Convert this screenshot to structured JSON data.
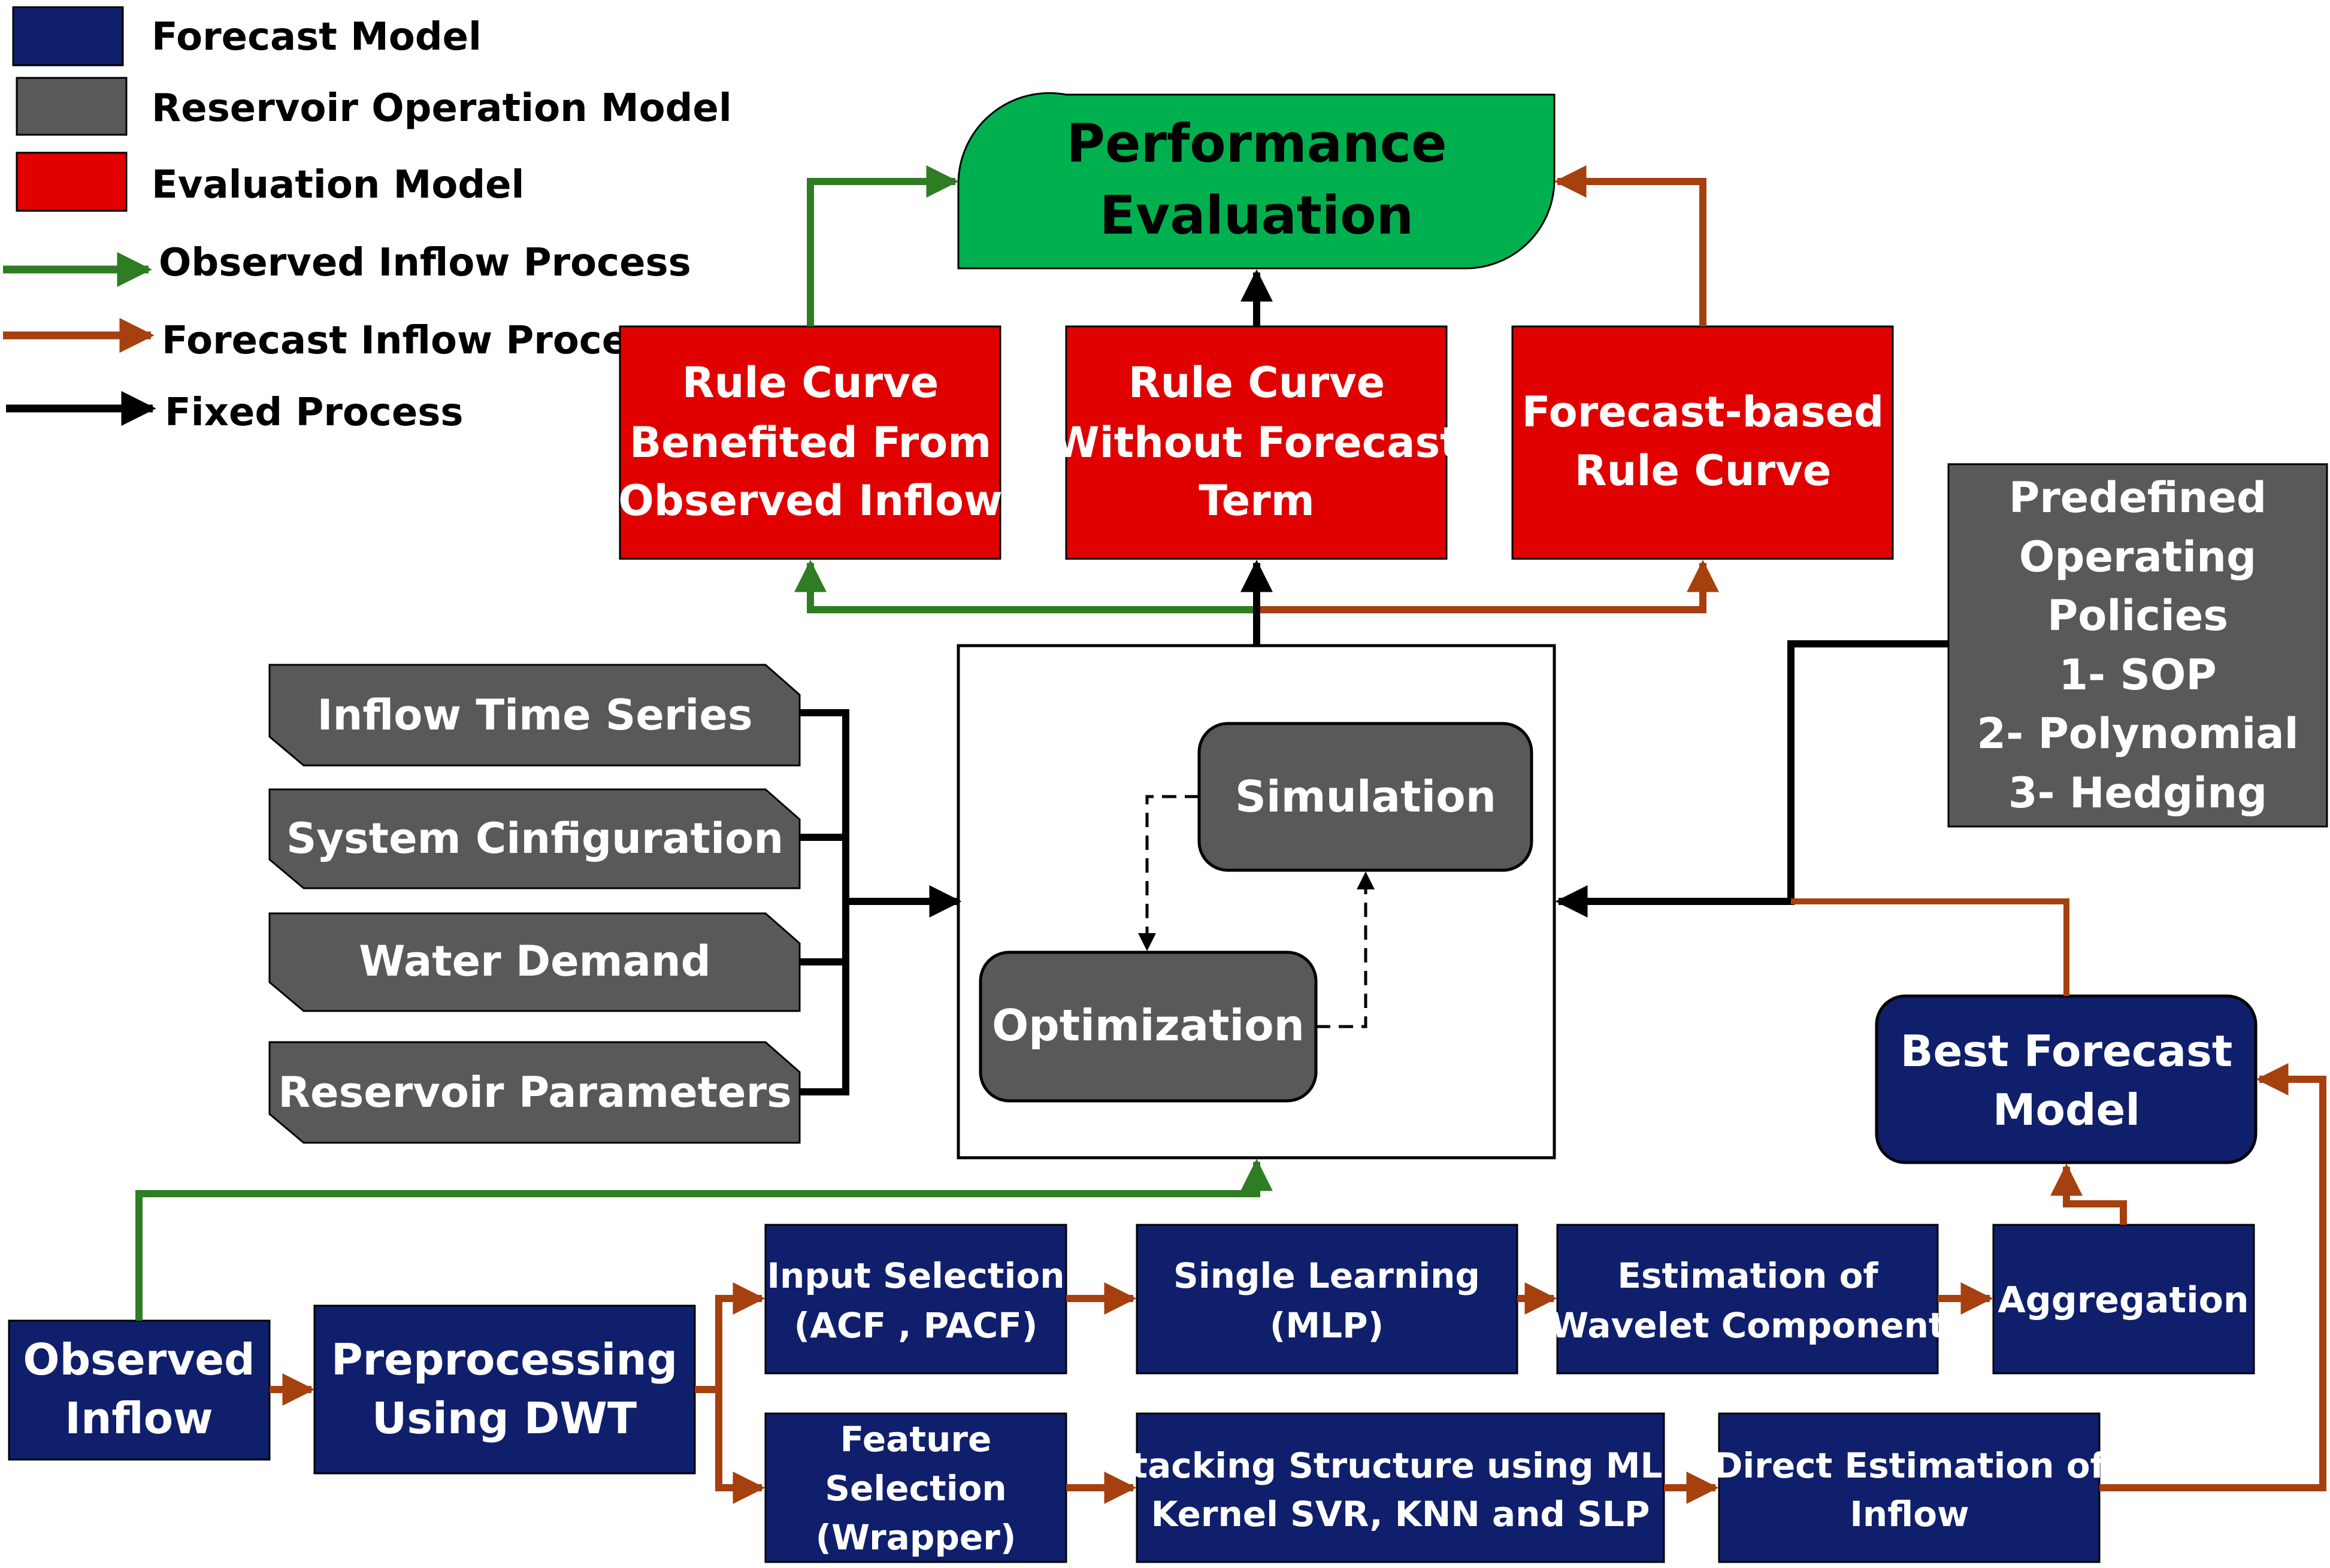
{
  "legend": {
    "forecast_model": {
      "label": "Forecast Model",
      "color": "#0f1f6b"
    },
    "reservoir_model": {
      "label": "Reservoir Operation Model",
      "color": "#595959"
    },
    "evaluation_model": {
      "label": "Evaluation Model",
      "color": "#e00000"
    },
    "observed_process": {
      "label": "Observed Inflow Process",
      "color": "#2e7d22"
    },
    "forecast_process": {
      "label": "Forecast Inflow Process",
      "color": "#a6400e"
    },
    "fixed_process": {
      "label": "Fixed Process",
      "color": "#000000"
    }
  },
  "performance_evaluation": {
    "lines": [
      "Performance",
      "Evaluation"
    ],
    "color": "#00b04f"
  },
  "rule_curves": {
    "observed": {
      "lines": [
        "Rule Curve",
        "Benefited From",
        "Observed Inflow"
      ]
    },
    "without_forecast": {
      "lines": [
        "Rule Curve",
        "Without Forecast",
        "Term"
      ]
    },
    "forecast_based": {
      "lines": [
        "Forecast-based",
        "Rule Curve"
      ]
    }
  },
  "inputs": {
    "inflow_time_series": "Inflow Time Series",
    "system_configuration": "System Cinfiguration",
    "water_demand": "Water Demand",
    "reservoir_parameters": "Reservoir Parameters"
  },
  "operation_model": {
    "simulation": "Simulation",
    "optimization": "Optimization"
  },
  "predefined_policies": {
    "lines": [
      "Predefined",
      "Operating",
      "Policies",
      "1- SOP",
      "2- Polynomial",
      "3- Hedging"
    ]
  },
  "best_forecast_model": {
    "lines": [
      "Best Forecast",
      "Model"
    ]
  },
  "observed_inflow": {
    "lines": [
      "Observed",
      "Inflow"
    ]
  },
  "preprocessing": {
    "lines": [
      "Preprocessing",
      "Using DWT"
    ]
  },
  "input_selection": {
    "lines": [
      "Input Selection",
      "(ACF , PACF)"
    ]
  },
  "single_learning": {
    "lines": [
      "Single Learning",
      "(MLP)"
    ]
  },
  "wavelet_estimation": {
    "lines": [
      "Estimation of",
      "Wavelet Component"
    ]
  },
  "aggregation": {
    "lines": [
      "Aggregation"
    ]
  },
  "feature_selection": {
    "lines": [
      "Feature",
      "Selection",
      "(Wrapper)"
    ]
  },
  "stacking_structure": {
    "lines": [
      "Stacking Structure using MLP,",
      "Kernel SVR, KNN and SLP"
    ]
  },
  "direct_estimation": {
    "lines": [
      "Direct Estimation of",
      "Inflow"
    ]
  }
}
